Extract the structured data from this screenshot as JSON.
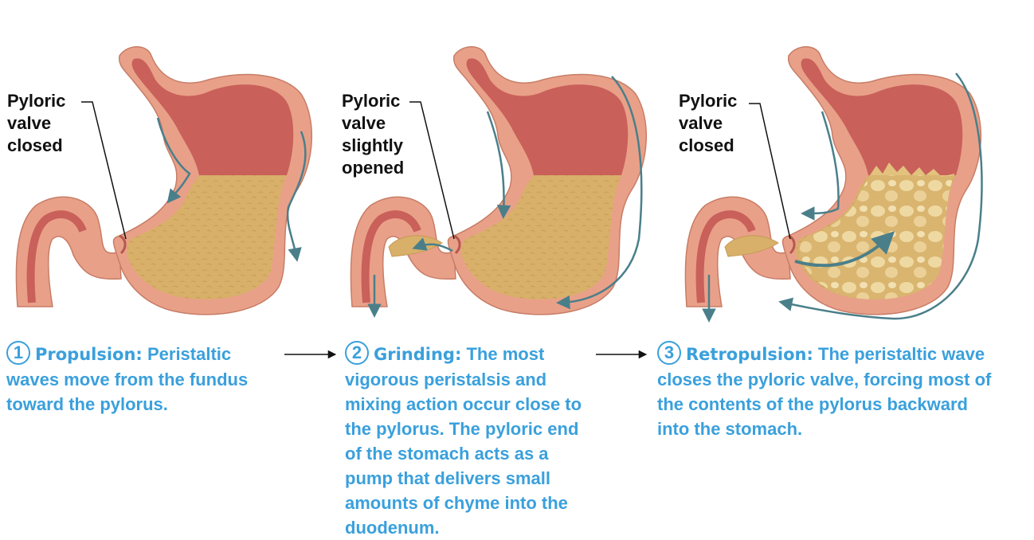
{
  "panels": [
    {
      "label": "Pyloric\nvalve\nclosed",
      "step_number": "1",
      "step_title": "Propulsion:",
      "step_text": "Peristaltic waves move from the fundus toward the pylorus."
    },
    {
      "label": "Pyloric\nvalve\nslightly\nopened",
      "step_number": "2",
      "step_title": "Grinding:",
      "step_text": "The most vigorous peristalsis and mixing action occur close to the pylorus. The pyloric end of the stomach acts as a pump that delivers small amounts of chyme into the duodenum."
    },
    {
      "label": "Pyloric\nvalve\nclosed",
      "step_number": "3",
      "step_title": "Retropulsion:",
      "step_text": "The peristaltic wave closes the pyloric valve, forcing most of the contents of the pylorus backward into the stomach."
    }
  ],
  "colors": {
    "text_accent": "#3aa0dc",
    "arrow": "#4a7f8a",
    "wall": "#e9a089",
    "mucosa": "#c9605a",
    "chyme": "#d8b06a"
  }
}
